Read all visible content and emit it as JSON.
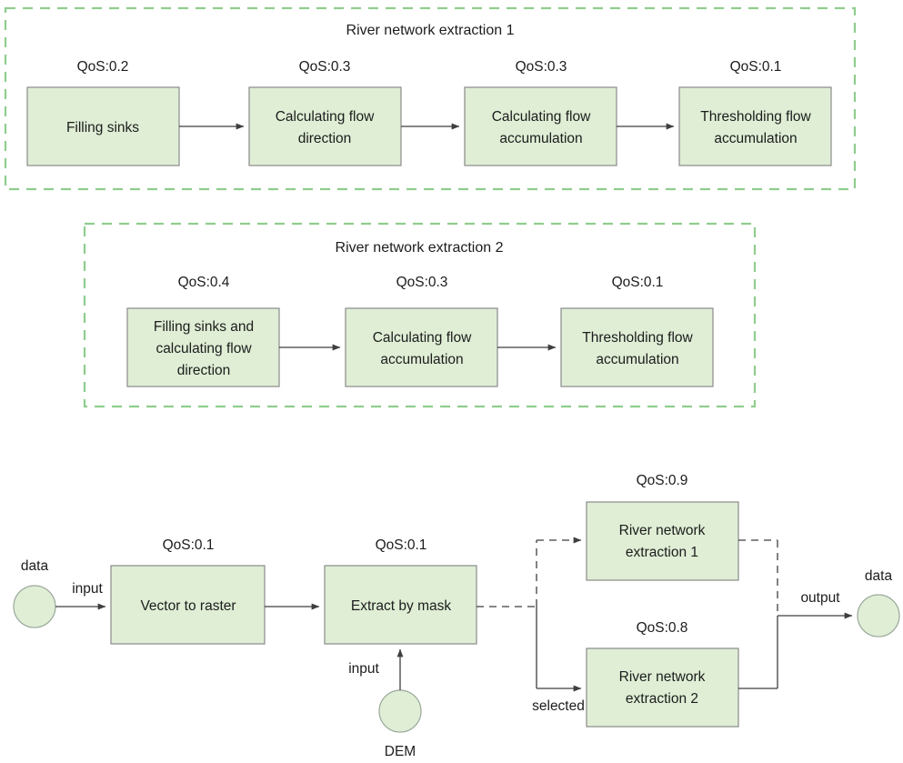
{
  "diagram": {
    "title_hidden": "",
    "colors": {
      "box_fill": "#dfeed5",
      "box_stroke": "#8a8a8a",
      "group_stroke": "#8fcd8d",
      "edge_stroke": "#3f3f3f",
      "background": "#ffffff"
    }
  },
  "groups": [
    {
      "id": "river-network-extraction-1",
      "title": "River network extraction 1",
      "steps": [
        {
          "qos": "QoS:0.2",
          "label_lines": [
            "Filling sinks"
          ]
        },
        {
          "qos": "QoS:0.3",
          "label_lines": [
            "Calculating flow",
            "direction"
          ]
        },
        {
          "qos": "QoS:0.3",
          "label_lines": [
            "Calculating flow",
            "accumulation"
          ]
        },
        {
          "qos": "QoS:0.1",
          "label_lines": [
            "Thresholding flow",
            "accumulation"
          ]
        }
      ]
    },
    {
      "id": "river-network-extraction-2",
      "title": "River network extraction 2",
      "steps": [
        {
          "qos": "QoS:0.4",
          "label_lines": [
            "Filling sinks and",
            "calculating flow",
            "direction"
          ]
        },
        {
          "qos": "QoS:0.3",
          "label_lines": [
            "Calculating flow",
            "accumulation"
          ]
        },
        {
          "qos": "QoS:0.1",
          "label_lines": [
            "Thresholding flow",
            "accumulation"
          ]
        }
      ]
    }
  ],
  "workflow": {
    "nodes": {
      "input_data": {
        "label": "data"
      },
      "dem_data": {
        "label": "DEM"
      },
      "output_data": {
        "label": "data"
      },
      "vector_to_raster": {
        "qos": "QoS:0.1",
        "label": "Vector to raster"
      },
      "extract_by_mask": {
        "qos": "QoS:0.1",
        "label": "Extract by mask"
      },
      "extraction_1": {
        "qos": "QoS:0.9",
        "label_lines": [
          "River network",
          "extraction 1"
        ]
      },
      "extraction_2": {
        "qos": "QoS:0.8",
        "label_lines": [
          "River network",
          "extraction 2"
        ]
      }
    },
    "edge_labels": {
      "input_1": "input",
      "input_2": "input",
      "selected": "selected",
      "output": "output"
    }
  }
}
